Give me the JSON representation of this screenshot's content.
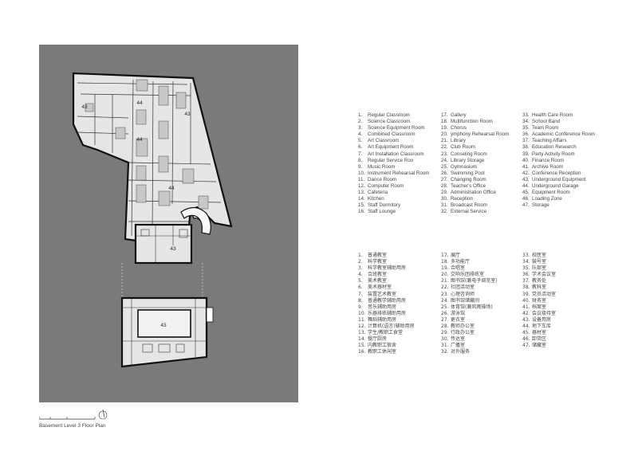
{
  "plan": {
    "caption": "Basement Level 3 Floor Plan",
    "room_labels": [
      "43",
      "44",
      "43",
      "44",
      "44",
      "43",
      "43"
    ]
  },
  "legend_en": {
    "col1": [
      {
        "num": "1.",
        "label": "Regular Classroom"
      },
      {
        "num": "2.",
        "label": "Science Classroom"
      },
      {
        "num": "3.",
        "label": "Science Equipment Room"
      },
      {
        "num": "4.",
        "label": "Combined Classroom"
      },
      {
        "num": "5.",
        "label": "Art Classroom"
      },
      {
        "num": "6.",
        "label": "Art Equipment Room"
      },
      {
        "num": "7.",
        "label": "Art Installation Classroom"
      },
      {
        "num": "8.",
        "label": "Regular Service Roo"
      },
      {
        "num": "9.",
        "label": "Music Room"
      },
      {
        "num": "10.",
        "label": "Instrument Rehearsal Room"
      },
      {
        "num": "11.",
        "label": "Dance Room"
      },
      {
        "num": "12.",
        "label": "Computer Room"
      },
      {
        "num": "13.",
        "label": "Cafeteria"
      },
      {
        "num": "14.",
        "label": "Kitchen"
      },
      {
        "num": "15.",
        "label": "Staff Dormitory"
      },
      {
        "num": "16.",
        "label": "Staff Lounge"
      }
    ],
    "col2": [
      {
        "num": "17.",
        "label": "Gallery"
      },
      {
        "num": "18.",
        "label": "Multifunction Room"
      },
      {
        "num": "19.",
        "label": "Chorus"
      },
      {
        "num": "20.",
        "label": "ymphony Rehearsal Room"
      },
      {
        "num": "21.",
        "label": "Library"
      },
      {
        "num": "22.",
        "label": "Club Room"
      },
      {
        "num": "23.",
        "label": "Conseling Room"
      },
      {
        "num": "24.",
        "label": "Library Storage"
      },
      {
        "num": "25.",
        "label": "Gymnasium"
      },
      {
        "num": "26.",
        "label": "Swimming Pool"
      },
      {
        "num": "27.",
        "label": "Changing Room"
      },
      {
        "num": "28.",
        "label": "Teacher's Office"
      },
      {
        "num": "29.",
        "label": "Administration Office"
      },
      {
        "num": "30.",
        "label": "Reception"
      },
      {
        "num": "31.",
        "label": "Broadcast Room"
      },
      {
        "num": "32.",
        "label": "External Service"
      }
    ],
    "col3": [
      {
        "num": "33.",
        "label": "Health Care Room"
      },
      {
        "num": "34.",
        "label": "School Band"
      },
      {
        "num": "35.",
        "label": "Team Room"
      },
      {
        "num": "36.",
        "label": "Academic Conference Room"
      },
      {
        "num": "37.",
        "label": "Teaching Affairs"
      },
      {
        "num": "38.",
        "label": "Education Research"
      },
      {
        "num": "39.",
        "label": "Party Activity Room"
      },
      {
        "num": "40.",
        "label": "Finance Room"
      },
      {
        "num": "41.",
        "label": "Archive Room"
      },
      {
        "num": "42.",
        "label": "Conference Reception"
      },
      {
        "num": "43.",
        "label": "Underground Equipment"
      },
      {
        "num": "44.",
        "label": "Underground Garage"
      },
      {
        "num": "45.",
        "label": "Equipment Room"
      },
      {
        "num": "46.",
        "label": "Loading Zone"
      },
      {
        "num": "47.",
        "label": "Storage"
      }
    ]
  },
  "legend_cn": {
    "col1": [
      {
        "num": "1.",
        "label": "普通教室"
      },
      {
        "num": "2.",
        "label": "科学教室"
      },
      {
        "num": "3.",
        "label": "科学教室辅助用房"
      },
      {
        "num": "4.",
        "label": "合班教室"
      },
      {
        "num": "5.",
        "label": "美术教室"
      },
      {
        "num": "6.",
        "label": "美术器材室"
      },
      {
        "num": "7.",
        "label": "装置艺术教室"
      },
      {
        "num": "8.",
        "label": "普通教学辅助用房"
      },
      {
        "num": "9.",
        "label": "音乐辅助用房"
      },
      {
        "num": "10.",
        "label": "乐器排练辅助用房"
      },
      {
        "num": "11.",
        "label": "舞蹈辅助用房"
      },
      {
        "num": "12.",
        "label": "计算机(语言)辅助用房"
      },
      {
        "num": "13.",
        "label": "学生/教职工食堂"
      },
      {
        "num": "14.",
        "label": "餐厅厨房"
      },
      {
        "num": "15.",
        "label": "内教职工宿舍"
      },
      {
        "num": "16.",
        "label": "教职工休闲室"
      }
    ],
    "col2": [
      {
        "num": "17.",
        "label": "展厅"
      },
      {
        "num": "18.",
        "label": "多功能厅"
      },
      {
        "num": "19.",
        "label": "合唱室"
      },
      {
        "num": "20.",
        "label": "交响乐团排练室"
      },
      {
        "num": "21.",
        "label": "图书馆(兼电子阅览室)"
      },
      {
        "num": "22.",
        "label": "社团活动室"
      },
      {
        "num": "23.",
        "label": "心理咨询师"
      },
      {
        "num": "24.",
        "label": "图书馆储藏间"
      },
      {
        "num": "25.",
        "label": "体育馆(兼风雨操场)"
      },
      {
        "num": "26.",
        "label": "游泳馆"
      },
      {
        "num": "27.",
        "label": "更衣室"
      },
      {
        "num": "28.",
        "label": "教师办公室"
      },
      {
        "num": "29.",
        "label": "行政办公室"
      },
      {
        "num": "30.",
        "label": "传达室"
      },
      {
        "num": "31.",
        "label": "广播室"
      },
      {
        "num": "32.",
        "label": "对外服务"
      }
    ],
    "col3": [
      {
        "num": "33.",
        "label": "校医室"
      },
      {
        "num": "34.",
        "label": "鼓号室"
      },
      {
        "num": "35.",
        "label": "队部室"
      },
      {
        "num": "36.",
        "label": "学术会议室"
      },
      {
        "num": "37.",
        "label": "教务处"
      },
      {
        "num": "38.",
        "label": "教科室"
      },
      {
        "num": "39.",
        "label": "党员活动室"
      },
      {
        "num": "40.",
        "label": "财务室"
      },
      {
        "num": "41.",
        "label": "档案室"
      },
      {
        "num": "42.",
        "label": "会议接待室"
      },
      {
        "num": "43.",
        "label": "设备用房"
      },
      {
        "num": "44.",
        "label": "地下车库"
      },
      {
        "num": "45.",
        "label": "器材室"
      },
      {
        "num": "46.",
        "label": "卸货区"
      },
      {
        "num": "47.",
        "label": "储藏室"
      }
    ]
  }
}
